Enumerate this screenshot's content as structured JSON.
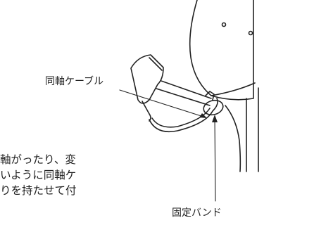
{
  "labels": {
    "coax_cable": "同軸ケーブル",
    "fixing_band": "固定バンド"
  },
  "body_text": {
    "lines": [
      "軸がったり、変",
      "いように同軸ケ",
      "りを持たせて付"
    ]
  }
}
